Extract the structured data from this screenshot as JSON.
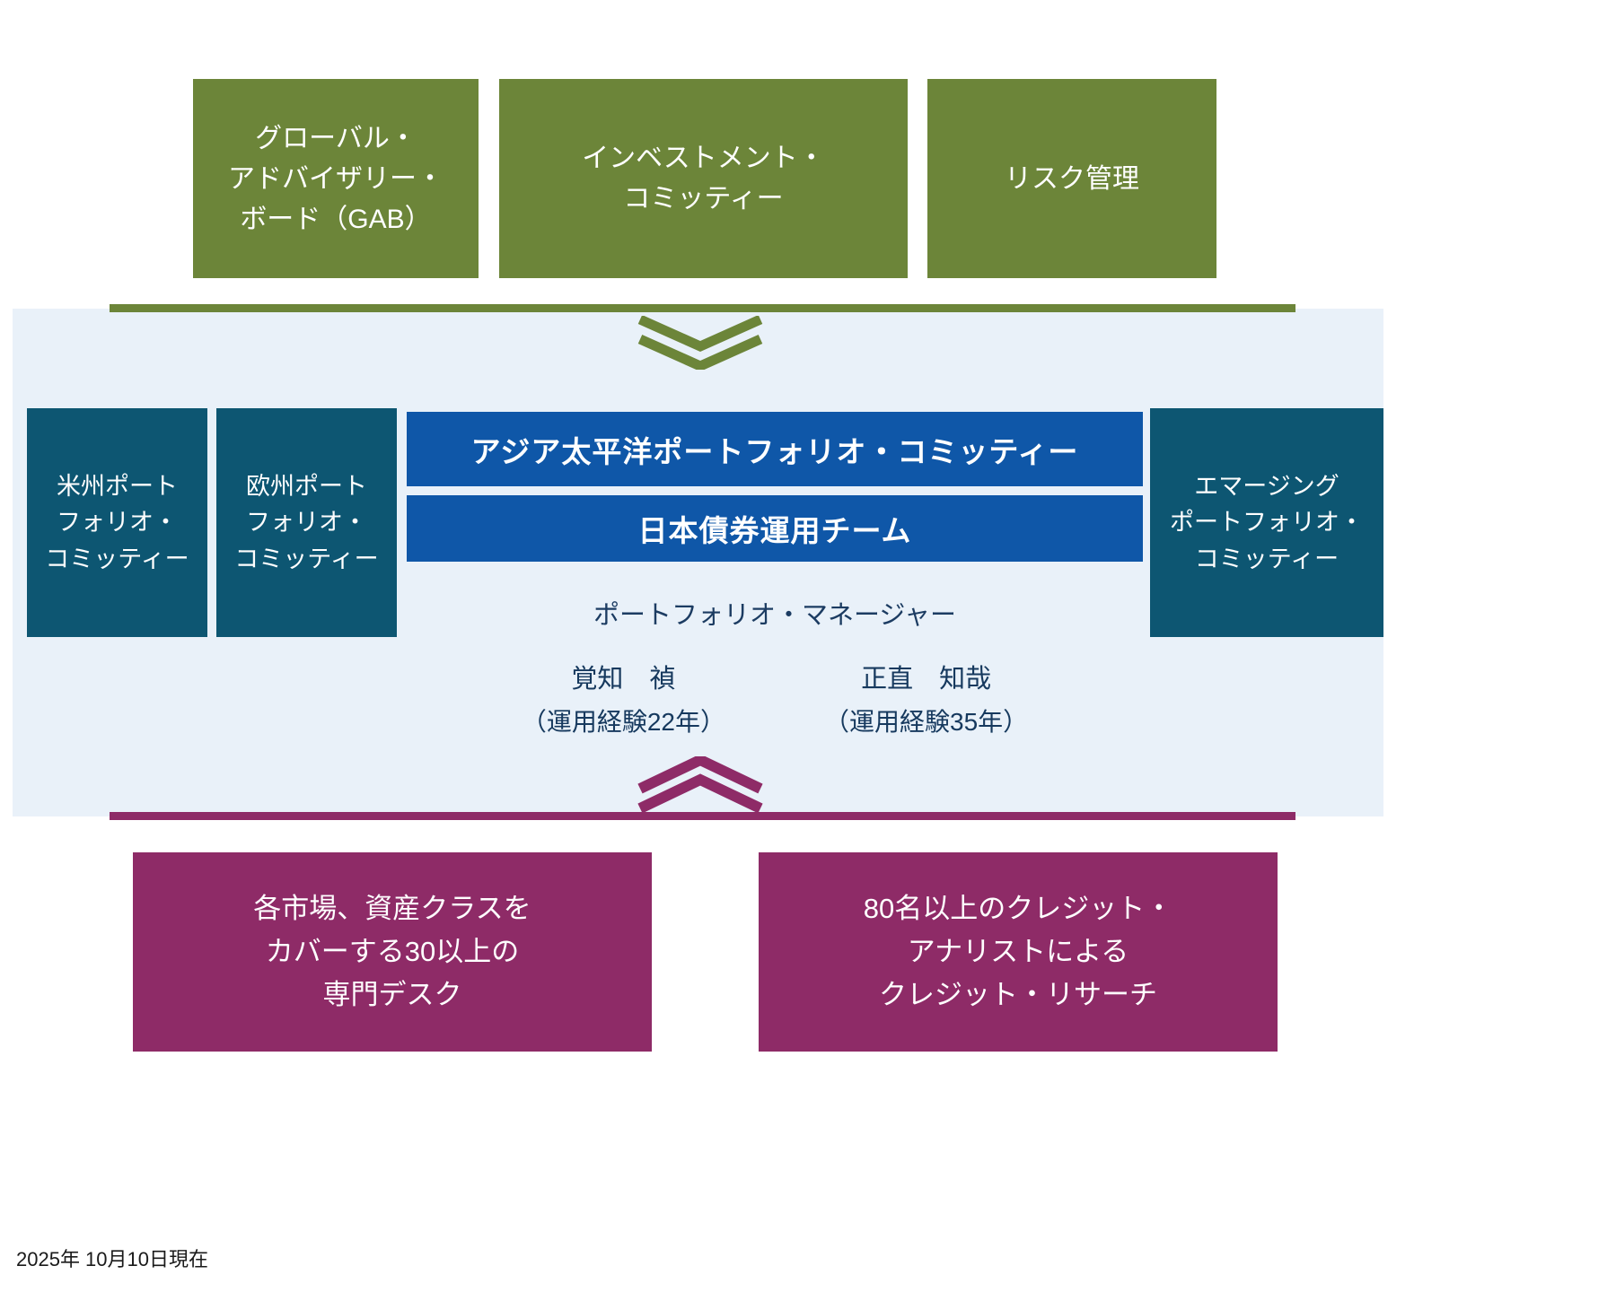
{
  "colors": {
    "green": "#6c8539",
    "teal": "#0d5672",
    "blue": "#0f57a8",
    "light_blue_panel": "#e9f1f9",
    "purple": "#8e2b67",
    "navy_text": "#16395e"
  },
  "top_row": [
    {
      "label": "グローバル・\nアドバイザリー・\nボード（GAB）"
    },
    {
      "label": "インベストメント・\nコミッティー"
    },
    {
      "label": "リスク管理"
    }
  ],
  "middle": {
    "left_committees": [
      {
        "label": "米州ポート\nフォリオ・\nコミッティー"
      },
      {
        "label": "欧州ポート\nフォリオ・\nコミッティー"
      }
    ],
    "right_committee": {
      "label": "エマージング\nポートフォリオ・\nコミッティー"
    },
    "asia_committee": "アジア太平洋ポートフォリオ・コミッティー",
    "japan_team": "日本債券運用チーム",
    "pm_label": "ポートフォリオ・マネージャー",
    "managers": [
      {
        "name": "覚知　禎",
        "experience": "（運用経験22年）"
      },
      {
        "name": "正直　知哉",
        "experience": "（運用経験35年）"
      }
    ]
  },
  "bottom_row": [
    {
      "label": "各市場、資産クラスを\nカバーする30以上の\n専門デスク"
    },
    {
      "label": "80名以上のクレジット・\nアナリストによる\nクレジット・リサーチ"
    }
  ],
  "footer": {
    "as_of": "2025年 10月10日現在"
  }
}
